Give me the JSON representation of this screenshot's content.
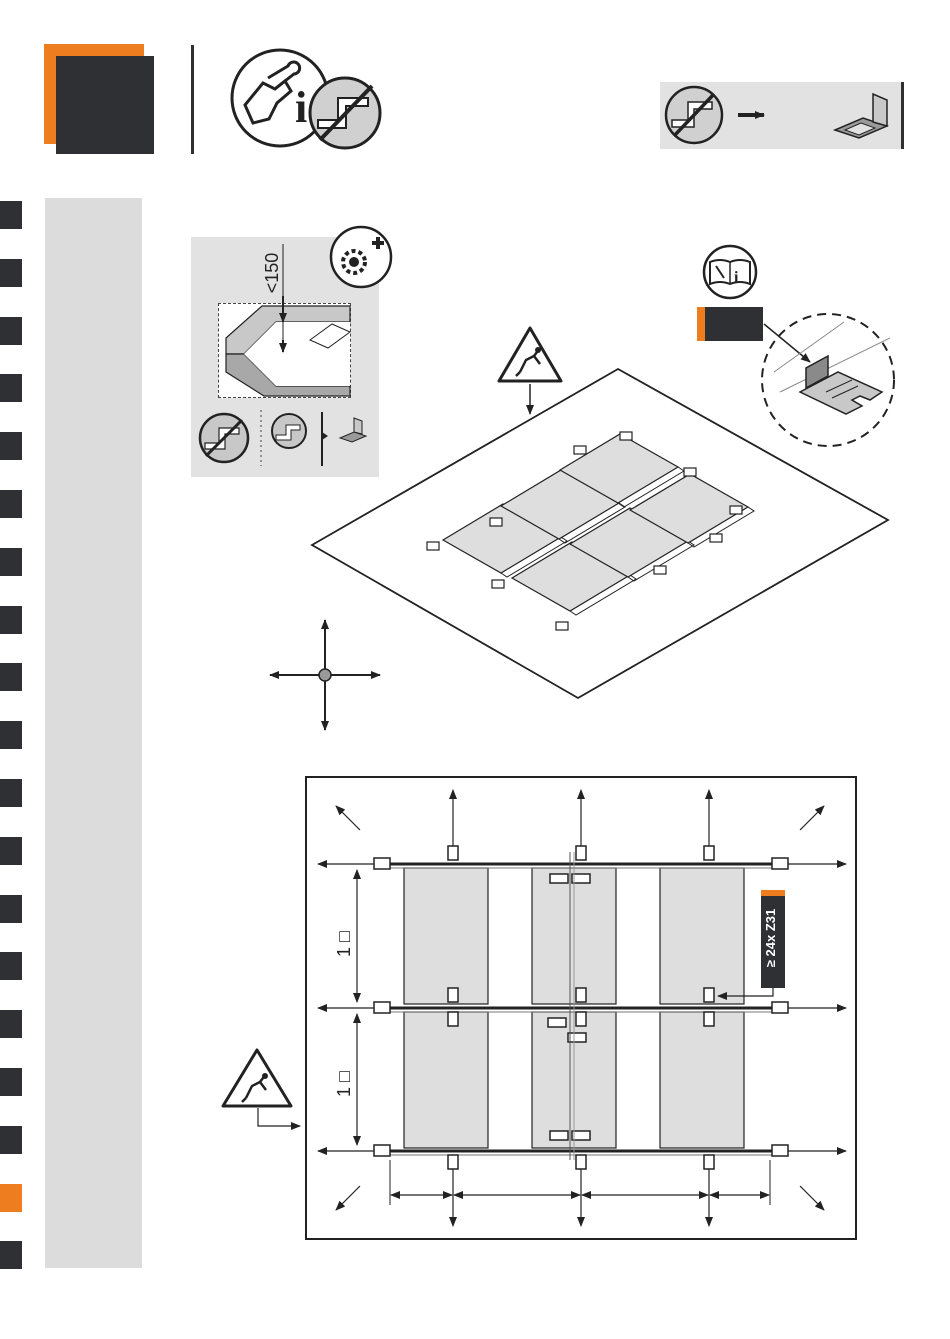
{
  "inset": {
    "dimension_label": "<150"
  },
  "plan": {
    "row_spacing_label_1": "1 □",
    "row_spacing_label_2": "1 □",
    "quantity_callout": "≥ 24x Z31"
  },
  "nav_tabs": {
    "count": 19,
    "active_index": 17
  },
  "colors": {
    "accent": "#ee7d1f",
    "dark": "#2f3033",
    "panel_gray": "#dcdcdc",
    "module_fill": "#dedede"
  },
  "icons": [
    "tool-info-icon",
    "no-parapet-icon",
    "gear-plus-icon",
    "manual-info-icon",
    "fall-hazard-warning-icon",
    "compass-arrows-icon",
    "ballast-tray-icon"
  ]
}
